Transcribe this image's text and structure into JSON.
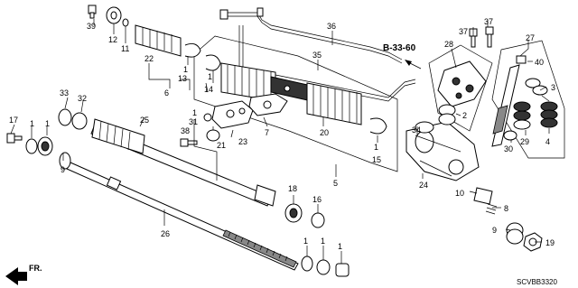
{
  "diagram": {
    "reference": "B-33-60",
    "drawing_code": "SCVBB3320",
    "direction_label": "FR.",
    "callouts": {
      "c39": "39",
      "c12": "12",
      "c11": "11",
      "c22": "22",
      "c1a": "1",
      "c13": "13",
      "c6": "6",
      "c36": "36",
      "c37a": "37",
      "c37b": "37",
      "c27": "27",
      "c28": "28",
      "c40": "40",
      "c35": "35",
      "c14": "14",
      "c1b": "1",
      "c3": "3",
      "c2": "2",
      "c38": "38",
      "c33": "33",
      "c32": "32",
      "c17": "17",
      "c1c": "1",
      "c1d": "1",
      "c25": "25",
      "c31": "31",
      "c1e": "1",
      "c21": "21",
      "c23": "23",
      "c7": "7",
      "c20": "20",
      "c34": "34",
      "c1f": "1",
      "c15": "15",
      "c30": "30",
      "c29": "29",
      "c4": "4",
      "c9a": "9",
      "c24": "24",
      "c5": "5",
      "c18": "18",
      "c16": "16",
      "c10": "10",
      "c8": "8",
      "c26": "26",
      "c9b": "9",
      "c19": "19",
      "c1g": "1",
      "c1h": "1",
      "c1i": "1"
    }
  }
}
